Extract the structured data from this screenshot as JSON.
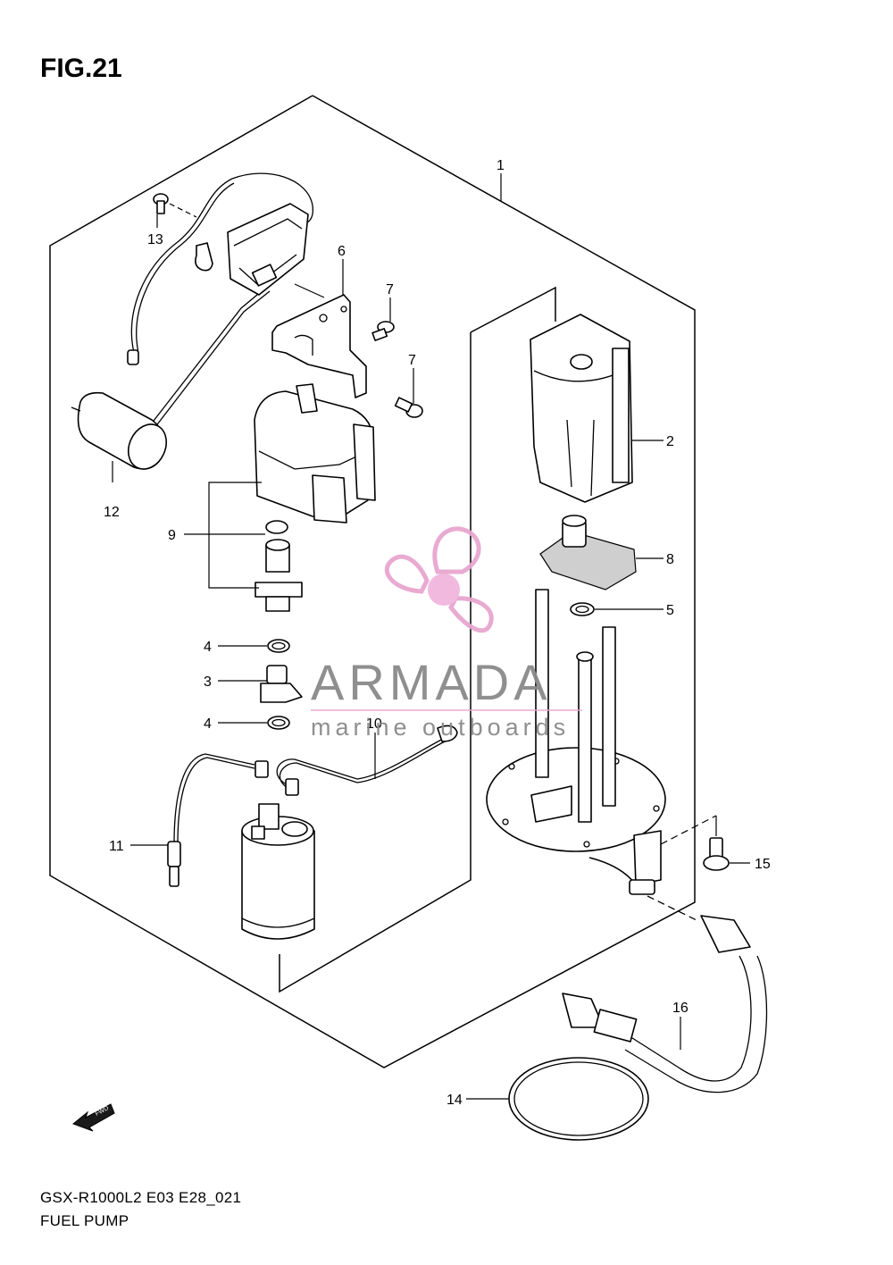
{
  "figure": {
    "title": "FIG.21"
  },
  "footer": {
    "model_code": "GSX-R1000L2 E03 E28_021",
    "name": "FUEL PUMP"
  },
  "watermark": {
    "brand": "ARMADA",
    "tagline": "marine outboards",
    "brand_color": "#8a8a8a",
    "logo_color": "#e8a6cf",
    "logo_hub_color": "#f2b6dd"
  },
  "fwd_badge": "FWD",
  "callouts": {
    "c1": "1",
    "c2": "2",
    "c3": "3",
    "c4a": "4",
    "c4b": "4",
    "c5": "5",
    "c6": "6",
    "c7a": "7",
    "c7b": "7",
    "c8": "8",
    "c9": "9",
    "c10": "10",
    "c11": "11",
    "c12": "12",
    "c13": "13",
    "c14": "14",
    "c15": "15",
    "c16": "16"
  }
}
